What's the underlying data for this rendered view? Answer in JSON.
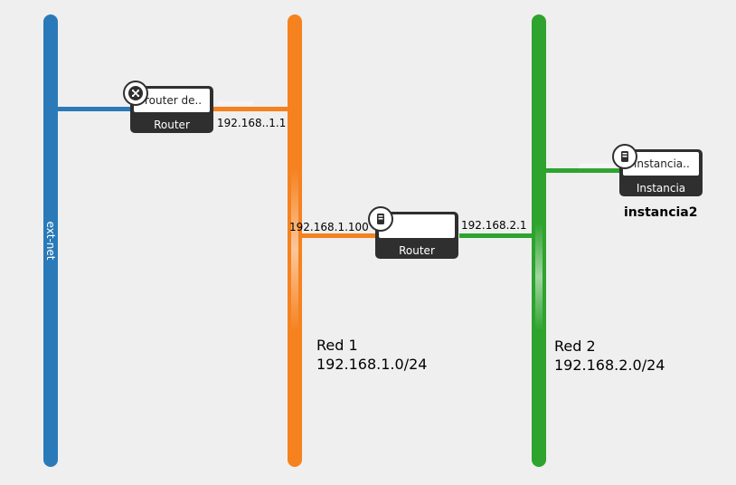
{
  "networks": [
    {
      "id": "ext-net",
      "label": "ext-net",
      "color": "#2a7ab9"
    },
    {
      "id": "red1",
      "label": "Red 1",
      "cidr": "192.168.1.0/24",
      "color": "#f5821f"
    },
    {
      "id": "red2",
      "label": "Red 2",
      "cidr": "192.168.2.0/24",
      "color": "#2ea32e"
    }
  ],
  "nodes": {
    "router_gw": {
      "name": "router de..",
      "type": "Router",
      "icon": "router-icon",
      "iface": "192.168..1.1"
    },
    "router_int": {
      "name": "",
      "type": "Router",
      "icon": "server-icon",
      "iface_left": "192.168.1.100",
      "iface_right": "192.168.2.1"
    },
    "instance": {
      "name": "instancia..",
      "type": "Instancia",
      "icon": "server-icon",
      "title": "instancia2"
    }
  }
}
